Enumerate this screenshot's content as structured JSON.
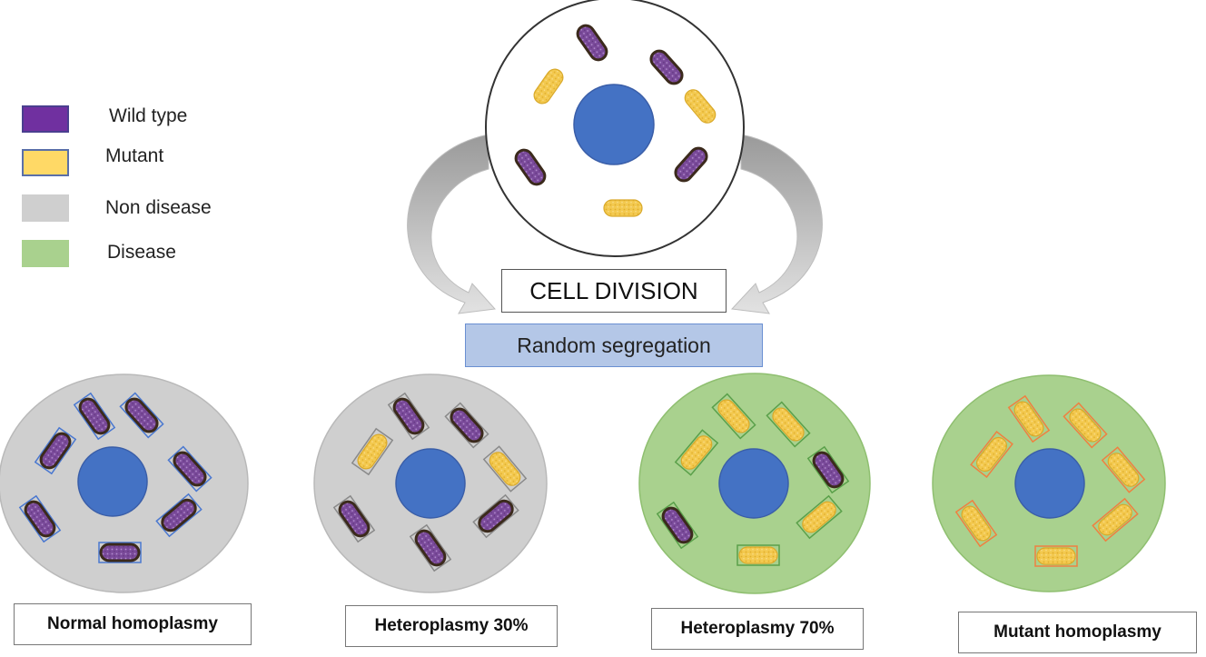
{
  "legend": [
    {
      "id": "wild",
      "label": "Wild type",
      "color": "#7030a0"
    },
    {
      "id": "mutant",
      "label": "Mutant",
      "color": "#ffd966"
    },
    {
      "id": "nondisease",
      "label": "Non disease",
      "color": "#cfcfcf"
    },
    {
      "id": "disease",
      "label": "Disease",
      "color": "#a9d18e"
    }
  ],
  "process": {
    "division_label": "CELL DIVISION",
    "segregation_label": "Random segregation"
  },
  "outcomes": [
    {
      "label": "Normal homoplasmy",
      "state": "nondisease"
    },
    {
      "label": "Heteroplasmy 30%",
      "state": "nondisease"
    },
    {
      "label": "Heteroplasmy 70%",
      "state": "disease"
    },
    {
      "label": "Mutant homoplasmy",
      "state": "disease"
    }
  ],
  "colors": {
    "nucleus": "#4472c4",
    "wild_fill": "#7a4a9a",
    "wild_outline": "#3b2a1c",
    "mutant_fill": "#f3c94f",
    "arrow": "#c8c8c8"
  }
}
